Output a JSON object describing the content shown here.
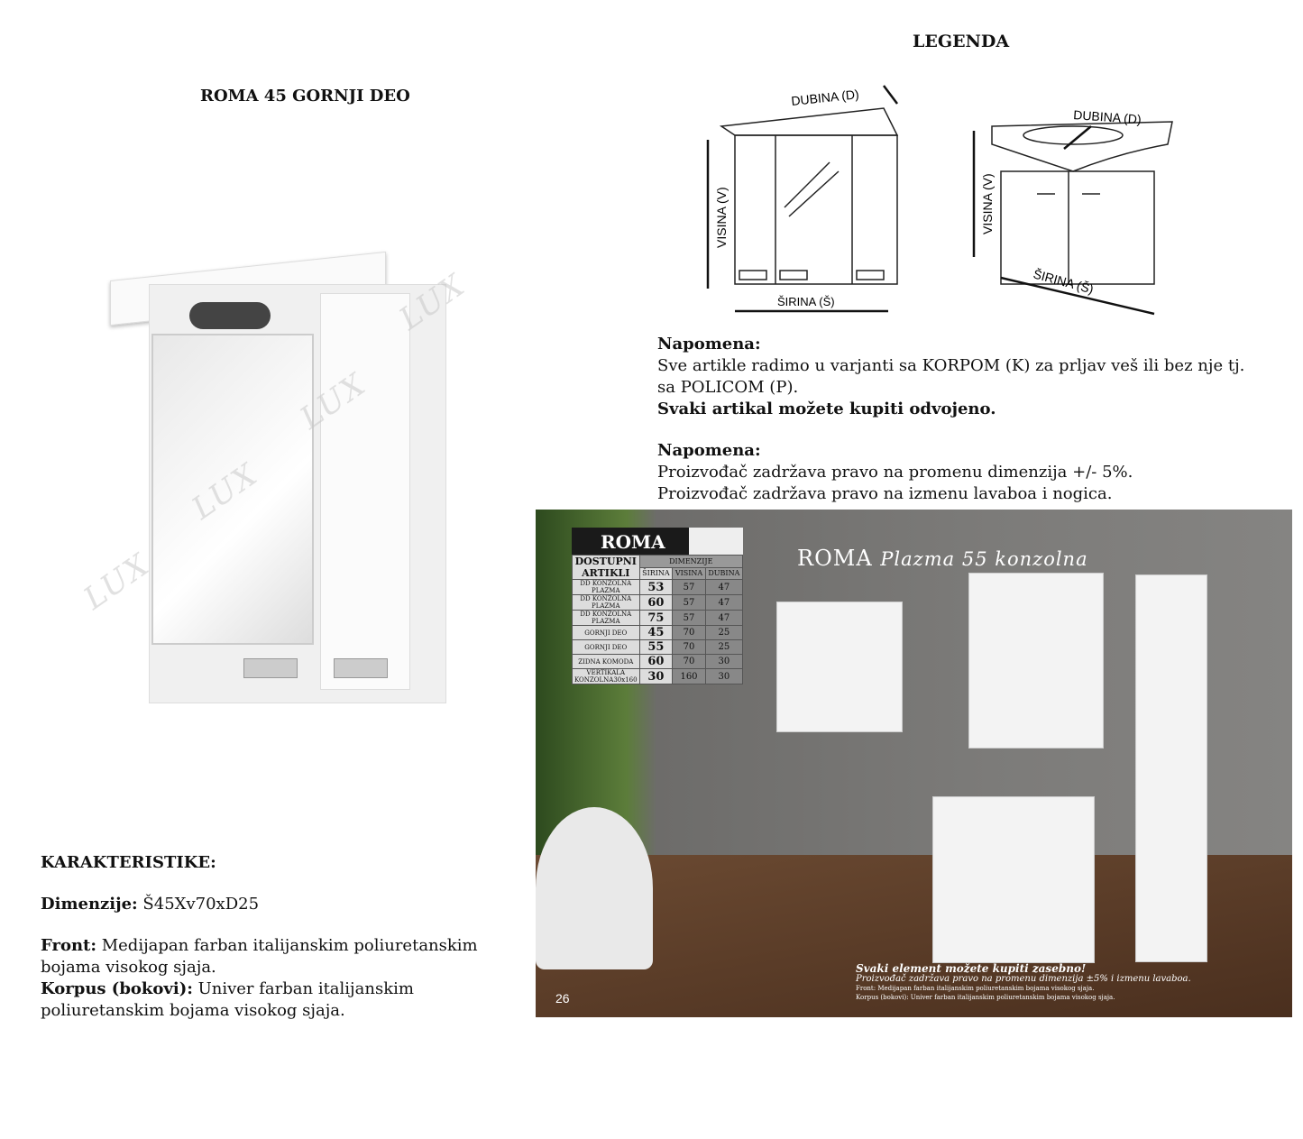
{
  "product_title": "ROMA 45 GORNJI DEO",
  "legend": {
    "title": "LEGENDA",
    "dubina": "DUBINA (D)",
    "visina": "VISINA (V)",
    "sirina": "ŠIRINA (Š)"
  },
  "notes": [
    {
      "title": "Napomena:",
      "lines": [
        "Sve artikle radimo u varjanti sa KORPOM (K) za prljav veš ili bez nje tj.",
        "sa POLICOM (P)."
      ],
      "bold": "Svaki artikal možete kupiti odvojeno."
    },
    {
      "title": "Napomena:",
      "lines": [
        "Proizvođač zadržava pravo na promenu dimenzija +/- 5%.",
        "Proizvođač zadržava pravo na izmenu lavaboa i nogica."
      ]
    }
  ],
  "features": {
    "title": "KARAKTERISTIKE:",
    "dim_label": "Dimenzije:",
    "dim_value": " Š45Xv70xD25",
    "front_label": "Front:",
    "front_value": " Medijapan farban italijanskim poliuretanskim bojama visokog sjaja.",
    "korpus_label": "Korpus (bokovi):",
    "korpus_value": " Univer farban italijanskim poliuretanskim bojama visokog sjaja."
  },
  "watermark": "LUX",
  "photo": {
    "title": "ROMA",
    "subtitle": "Plazma 55 konzolna",
    "page": "26",
    "table": {
      "brand": "ROMA",
      "h1": "DOSTUPNI ARTIKLI",
      "h2": "DIMENZIJE",
      "cols": [
        "ŠIRINA",
        "VISINA",
        "DUBINA"
      ],
      "rows": [
        [
          "DD KONZOLNA PLAZMA",
          "53",
          "57",
          "47"
        ],
        [
          "DD KONZOLNA PLAZMA",
          "60",
          "57",
          "47"
        ],
        [
          "DD KONZOLNA PLAZMA",
          "75",
          "57",
          "47"
        ],
        [
          "GORNJI DEO",
          "45",
          "70",
          "25"
        ],
        [
          "GORNJI DEO",
          "55",
          "70",
          "25"
        ],
        [
          "ZIDNA KOMODA",
          "60",
          "70",
          "30"
        ],
        [
          "VERTIKALA KONZOLNA30x160",
          "30",
          "160",
          "30"
        ]
      ]
    },
    "caption": [
      "Svaki element možete kupiti zasebno!",
      "Proizvođač zadržava pravo na promenu dimenzija ±5% i izmenu lavaboa.",
      "Front: Medijapan farban italijanskim poliuretanskim bojama visokog sjaja.",
      "Korpus (bokovi): Univer farban italijanskim poliuretanskim bojama visokog sjaja."
    ]
  }
}
